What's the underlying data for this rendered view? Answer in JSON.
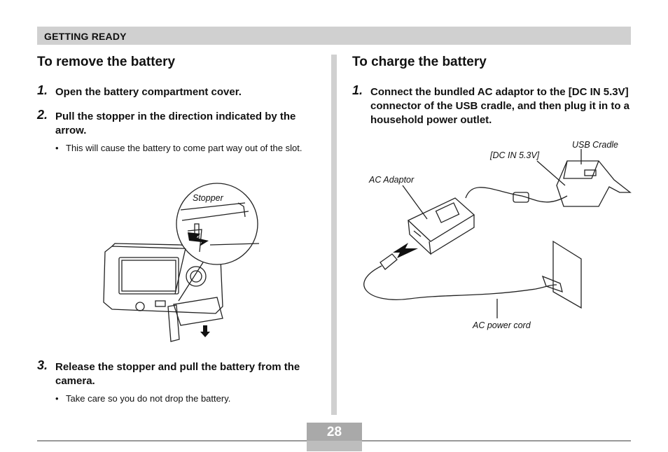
{
  "header": {
    "section": "GETTING READY"
  },
  "left": {
    "title": "To remove the battery",
    "steps": [
      {
        "num": "1.",
        "text": "Open the battery compartment cover."
      },
      {
        "num": "2.",
        "text": "Pull the stopper in the direction indicated by the arrow."
      },
      {
        "num": "3.",
        "text": "Release the stopper and pull the battery from the camera."
      }
    ],
    "bullets": [
      "This will cause the battery to come part way out of the slot.",
      "Take care so you do not drop the battery."
    ],
    "illustration": {
      "label_stopper": "Stopper"
    }
  },
  "right": {
    "title": "To charge the battery",
    "steps": [
      {
        "num": "1.",
        "text": "Connect the bundled AC adaptor to the [DC IN 5.3V] connector of the USB cradle, and then plug it in to a household power outlet."
      }
    ],
    "illustration": {
      "label_usb_cradle": "USB Cradle",
      "label_dc_in": "[DC IN 5.3V]",
      "label_ac_adaptor": "AC Adaptor",
      "label_ac_cord": "AC power cord"
    }
  },
  "footer": {
    "page": "28"
  }
}
